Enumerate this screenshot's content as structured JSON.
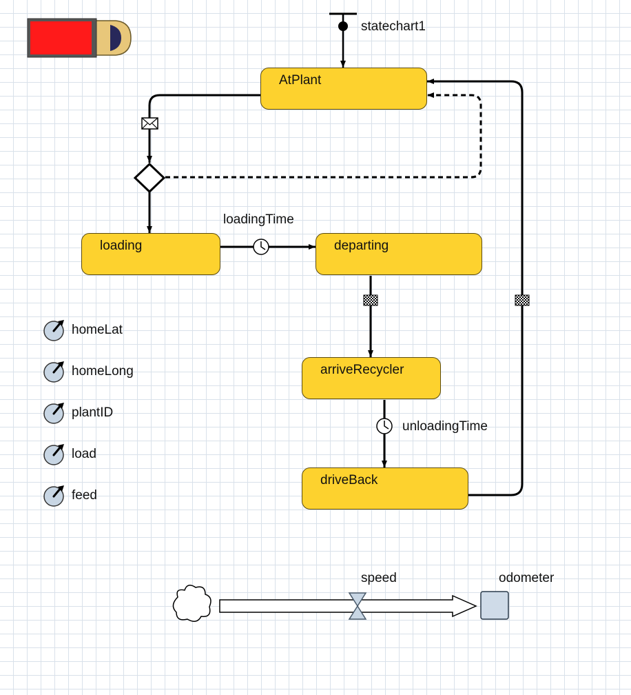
{
  "statechart": {
    "name": "statechart1",
    "states": {
      "at_plant": "AtPlant",
      "loading": "loading",
      "departing": "departing",
      "arrive_recycler": "arriveRecycler",
      "drive_back": "driveBack"
    },
    "transitions": {
      "loading_timeout": "loadingTime",
      "unloading_timeout": "unloadingTime"
    }
  },
  "parameters": [
    "homeLat",
    "homeLong",
    "plantID",
    "load",
    "feed"
  ],
  "system_dynamics": {
    "flow": "speed",
    "stock": "odometer"
  },
  "colors": {
    "state_fill": "#fdd22e",
    "state_border": "#5a4a10",
    "grid": "#d9e1ea",
    "truck_body": "#ff1a1a",
    "truck_cab": "#e8c77a",
    "param_fill": "#c8d6e4",
    "stock_fill": "#cfdbe8"
  },
  "icons": {
    "truck": "truck-icon",
    "message": "envelope-icon",
    "timeout": "clock-icon",
    "arrival": "checkered-flag-icon",
    "branch": "diamond-icon",
    "source": "cloud-icon",
    "valve": "valve-icon"
  }
}
